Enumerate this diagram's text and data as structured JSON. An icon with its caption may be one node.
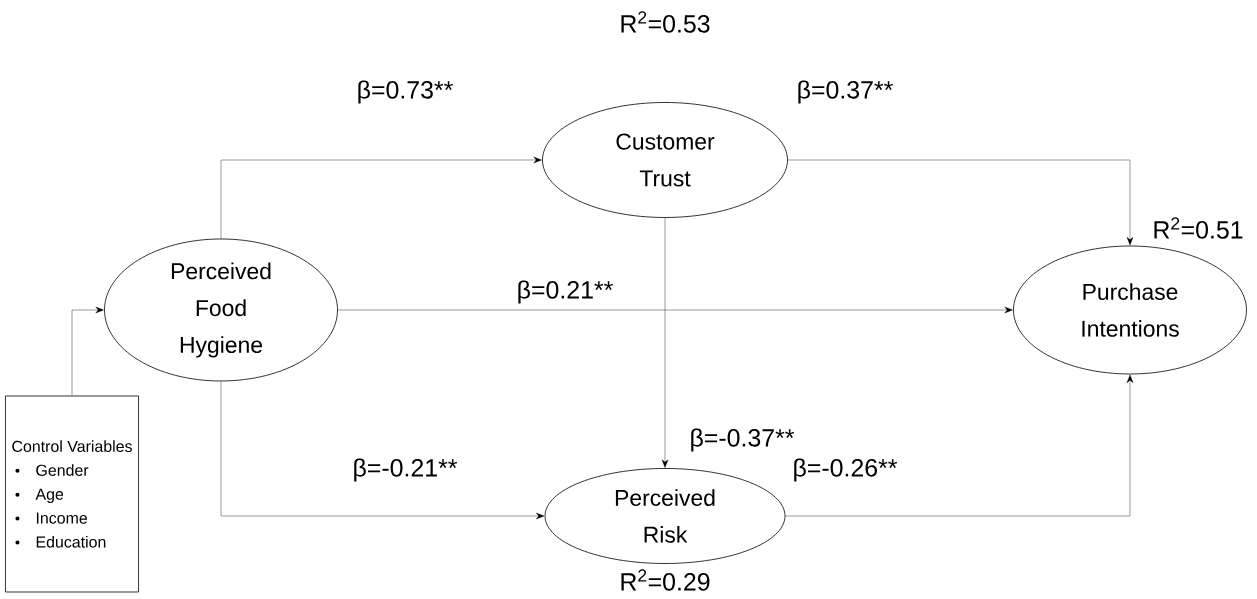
{
  "diagram": {
    "nodes": [
      {
        "text": [
          "Perceived Food Hygiene"
        ]
      },
      {
        "text": [
          "Customer Trust"
        ],
        "beside": [
          "R$^{2}$=0.53"
        ]
      },
      {
        "text": [
          "Perceived Risk"
        ],
        "beside": [
          "R$^{2}$=0.29"
        ]
      },
      {
        "text": [
          "Purchase Intentions"
        ],
        "beside": [
          "R$^{2}$=0.51"
        ]
      },
      {
        "text": [
          "Control Variables",
          "Gender",
          "Age",
          "Income",
          "Education"
        ]
      }
    ],
    "edges": [
      {
        "from": 0,
        "to": 1,
        "arrow": "to",
        "label": "β=0.73**"
      },
      {
        "from": 1,
        "to": 3,
        "arrow": "to",
        "label": "β=0.37**"
      },
      {
        "from": 0,
        "to": 3,
        "arrow": "to",
        "label": "β=0.21**"
      },
      {
        "from": 1,
        "to": 2,
        "arrow": "to",
        "label": "β=-0.37**"
      },
      {
        "from": 0,
        "to": 2,
        "arrow": "to",
        "label": "β=-0.21**"
      },
      {
        "from": 2,
        "to": 3,
        "arrow": "to",
        "label": "β=-0.26**"
      },
      {
        "from": 4,
        "to": 0,
        "arrow": "to"
      }
    ]
  }
}
